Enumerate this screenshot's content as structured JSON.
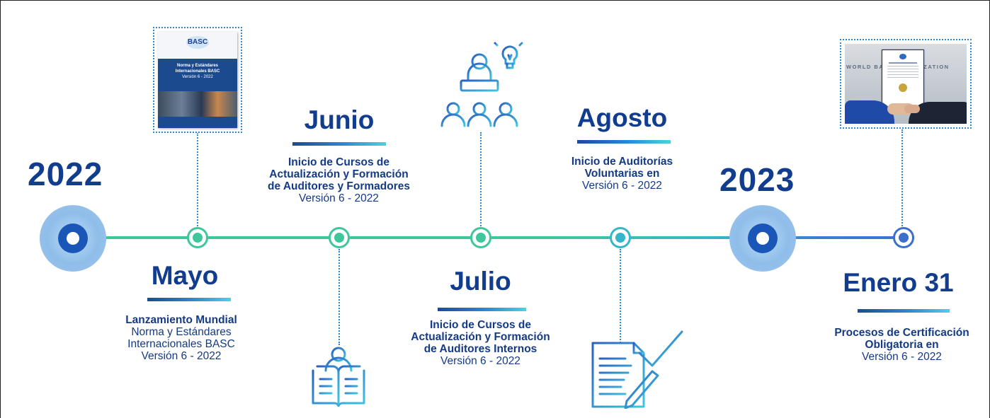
{
  "years": {
    "start": "2022",
    "end": "2023"
  },
  "events": {
    "mayo": {
      "month": "Mayo",
      "line1": "Lanzamiento Mundial",
      "line2": "Norma y Estándares",
      "line3": "Internacionales BASC",
      "line4": "Versión 6 - 2022"
    },
    "junio": {
      "month": "Junio",
      "line1": "Inicio de Cursos de",
      "line2": "Actualización y Formación",
      "line3": "de Auditores y Formadores",
      "line4": "Versión 6 - 2022"
    },
    "julio": {
      "month": "Julio",
      "line1": "Inicio de Cursos de",
      "line2": "Actualización y Formación",
      "line3": "de Auditores Internos",
      "line4": "Versión 6 - 2022"
    },
    "agosto": {
      "month": "Agosto",
      "line1": "Inicio de Auditorías",
      "line2": "Voluntarias en",
      "line3": "Versión 6 - 2022"
    },
    "enero": {
      "month": "Enero 31",
      "line1": "Procesos de Certificación",
      "line2": "Obligatoria en",
      "line3": "Versión 6 - 2022"
    }
  },
  "book_cover": {
    "logo": "BASC",
    "title_line1": "Norma y Estándares",
    "title_line2": "Internacionales BASC",
    "subtitle": "Versión 6 - 2022"
  },
  "photo": {
    "sign_text": "WORLD BASC ORGANIZATION"
  },
  "icons": {
    "book_reader": "reading-person-icon",
    "presentation": "presentation-team-icon",
    "lightbulb": "lightbulb-icon",
    "document_check": "document-check-icon"
  },
  "colors": {
    "navy": "#123d8f",
    "blue": "#2c88d3",
    "green": "#3ec79a",
    "teal": "#35b7c9",
    "light_blue": "#a8d0f5"
  }
}
